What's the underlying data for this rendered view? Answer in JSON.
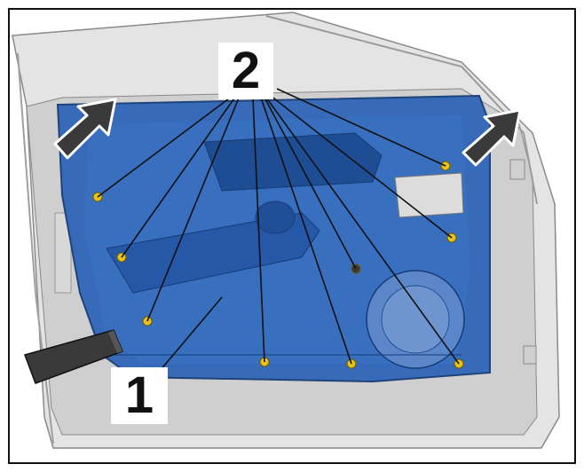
{
  "diagram": {
    "callouts": [
      {
        "id": "1",
        "label": "1"
      },
      {
        "id": "2",
        "label": "2"
      }
    ],
    "colors": {
      "door_panel": "#2f66b8",
      "door_panel_dark": "#1f4d93",
      "frame": "#d9d9d9",
      "arrow": "#3a3a3a",
      "fastener": "#e8c21a"
    },
    "icons": [
      "arrow-up-right-icon",
      "arrow-up-right-icon",
      "wedge-tool-icon",
      "fastener-icon"
    ]
  }
}
